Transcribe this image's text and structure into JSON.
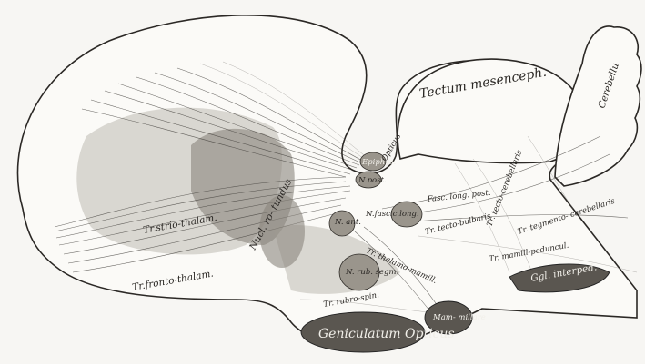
{
  "labels": {
    "tectum": "Tectum mesenceph.",
    "cerebellum": "Cerebellu",
    "opticus": "Opticus",
    "epiphysis": "Epiphys.",
    "n_post": "N.post.",
    "n_ant": "N. ant.",
    "nucl_rotundus": "Nucl. ro- tundus",
    "tr_strio_thalam": "Tr.strio-thalam.",
    "tr_fronto_thalam": "Tr.fronto-thalam.",
    "n_fascic_long": "N.fascic.long.",
    "fasc_long_post": "Fasc. long. post.",
    "tr_tecto_cerebellaris": "Tr. tecto-cerebellaris",
    "tr_tegmento_cerebellaris": "Tr. tegmento- cerebellaris",
    "tr_tecto_bulbaris": "Tr. tecto-bulbaris",
    "tr_thalamo_mamill": "Tr. thalamo-mamill.",
    "tr_mamill_peduncul": "Tr. mamill-peduncul.",
    "n_rub_segm": "N. rub. segm.",
    "tr_rubro_spinalis": "Tr. rubro-spin.",
    "ggl_interped": "Ggl. interped.",
    "mam_millare": "Mam- millare",
    "geniculatum_opticus": "Geniculatum Opticus"
  }
}
